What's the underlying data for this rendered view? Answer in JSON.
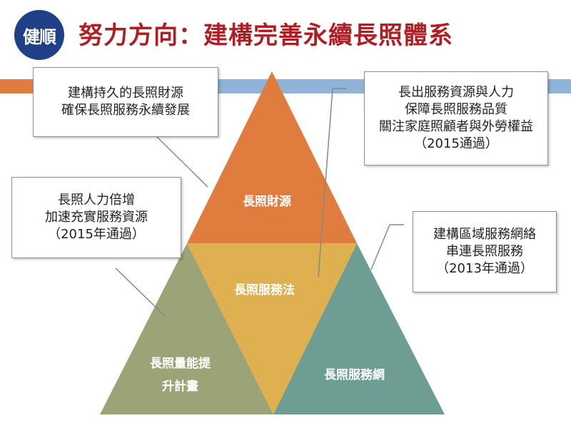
{
  "header": {
    "logo_text": "健順",
    "title": "努力方向：建構完善永續長照體系"
  },
  "colors": {
    "title": "#b01e24",
    "logo": "#1f3f86",
    "band_left": "#e07c3e",
    "band_right": "#8fb3d9",
    "finance": "#e07c3e",
    "law": "#dfb04f",
    "capacity": "#9ca376",
    "network": "#6e9e93"
  },
  "pyramid": {
    "top": "長照財源",
    "center": "長照服務法",
    "bottom_left_line1": "長照量能提",
    "bottom_left_line2": "升計畫",
    "bottom_right": "長照服務網"
  },
  "callouts": {
    "finance": {
      "lines": [
        "建構持久的長照財源",
        "確保長照服務永續發展"
      ]
    },
    "law": {
      "lines": [
        "長出服務資源與人力",
        "保障長照服務品質",
        "關注家庭照顧者與外勞權益",
        "（2015通過）"
      ]
    },
    "capacity": {
      "lines": [
        "長照人力倍增",
        "加速充實服務資源",
        "（2015年通過）"
      ]
    },
    "network": {
      "lines": [
        "建構區域服務網絡",
        "串連長照服務",
        "（2013年通過）"
      ]
    }
  }
}
